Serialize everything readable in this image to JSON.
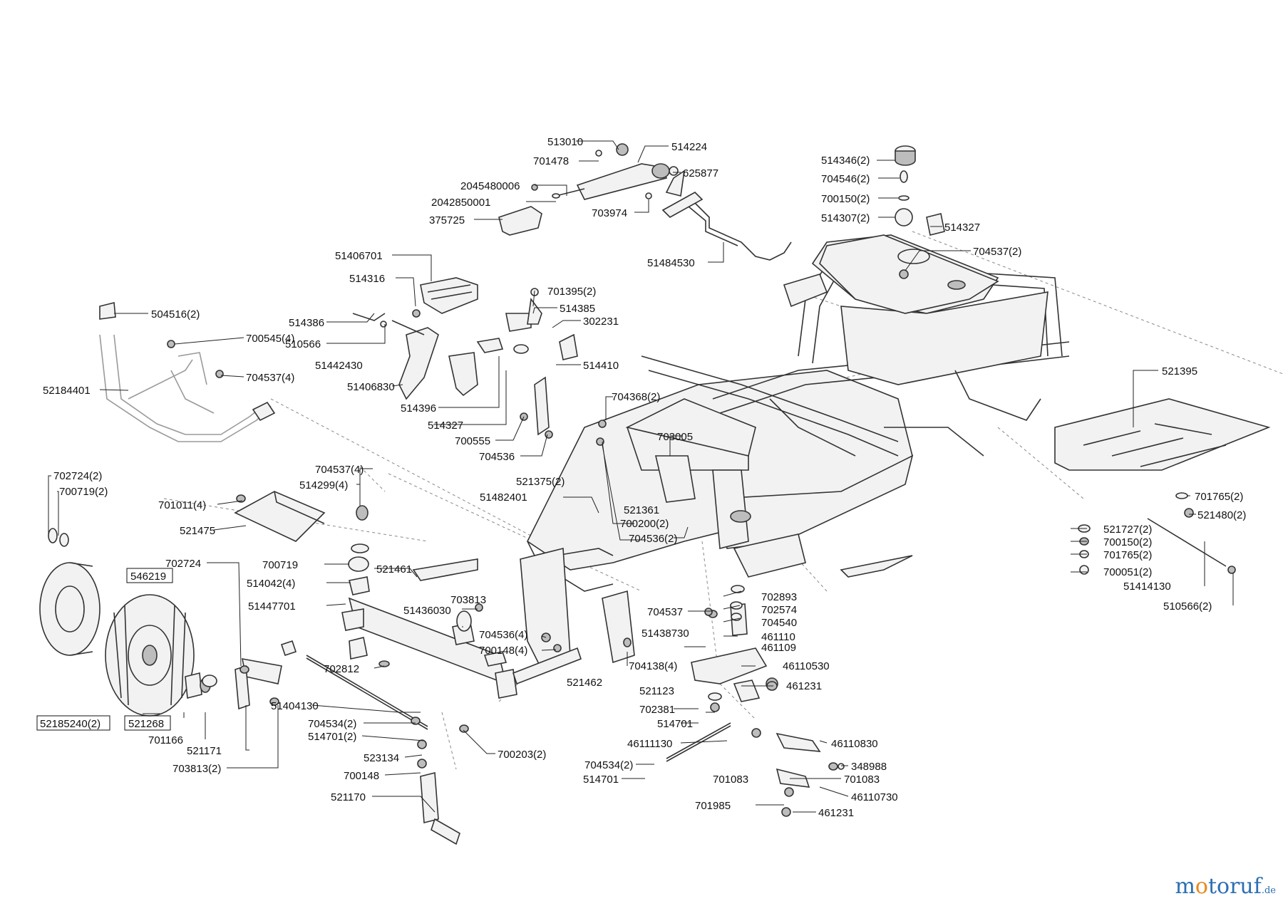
{
  "diagram": {
    "callouts": [
      {
        "id": "c1",
        "text": "513010"
      },
      {
        "id": "c2",
        "text": "514224"
      },
      {
        "id": "c3",
        "text": "701478"
      },
      {
        "id": "c4",
        "text": "625877"
      },
      {
        "id": "c5",
        "text": "2045480006"
      },
      {
        "id": "c6",
        "text": "2042850001"
      },
      {
        "id": "c7",
        "text": "703974"
      },
      {
        "id": "c8",
        "text": "375725"
      },
      {
        "id": "c9",
        "text": "514346(2)"
      },
      {
        "id": "c10",
        "text": "704546(2)"
      },
      {
        "id": "c11",
        "text": "700150(2)"
      },
      {
        "id": "c12",
        "text": "514307(2)"
      },
      {
        "id": "c13",
        "text": "514327"
      },
      {
        "id": "c14",
        "text": "704537(2)"
      },
      {
        "id": "c15",
        "text": "51484530"
      },
      {
        "id": "c16",
        "text": "51406701"
      },
      {
        "id": "c17",
        "text": "514316"
      },
      {
        "id": "c18",
        "text": "701395(2)"
      },
      {
        "id": "c19",
        "text": "514385"
      },
      {
        "id": "c20",
        "text": "514386"
      },
      {
        "id": "c21",
        "text": "302231"
      },
      {
        "id": "c22",
        "text": "504516(2)"
      },
      {
        "id": "c23",
        "text": "510566"
      },
      {
        "id": "c24",
        "text": "700545(4)"
      },
      {
        "id": "c25",
        "text": "51442430"
      },
      {
        "id": "c26",
        "text": "514410"
      },
      {
        "id": "c27",
        "text": "704537(4)"
      },
      {
        "id": "c28",
        "text": "51406830"
      },
      {
        "id": "c29",
        "text": "52184401"
      },
      {
        "id": "c30",
        "text": "514396"
      },
      {
        "id": "c31",
        "text": "704368(2)"
      },
      {
        "id": "c32",
        "text": "521395"
      },
      {
        "id": "c33",
        "text": "514327"
      },
      {
        "id": "c34",
        "text": "700555"
      },
      {
        "id": "c35",
        "text": "703005"
      },
      {
        "id": "c36",
        "text": "704536"
      },
      {
        "id": "c37",
        "text": "704537(4)"
      },
      {
        "id": "c38",
        "text": "521375(2)"
      },
      {
        "id": "c39",
        "text": "702724(2)"
      },
      {
        "id": "c40",
        "text": "514299(4)"
      },
      {
        "id": "c41",
        "text": "700719(2)"
      },
      {
        "id": "c42",
        "text": "51482401"
      },
      {
        "id": "c43",
        "text": "701765(2)"
      },
      {
        "id": "c44",
        "text": "701011(4)"
      },
      {
        "id": "c45",
        "text": "521361"
      },
      {
        "id": "c46",
        "text": "521480(2)"
      },
      {
        "id": "c47",
        "text": "700200(2)"
      },
      {
        "id": "c48",
        "text": "521475"
      },
      {
        "id": "c49",
        "text": "704536(2)"
      },
      {
        "id": "c50",
        "text": "521727(2)"
      },
      {
        "id": "c51",
        "text": "700150(2)"
      },
      {
        "id": "c52",
        "text": "701765(2)"
      },
      {
        "id": "c53",
        "text": "702724"
      },
      {
        "id": "c54",
        "text": "700719"
      },
      {
        "id": "c55",
        "text": "700051(2)"
      },
      {
        "id": "c56",
        "text": "521461"
      },
      {
        "id": "c57",
        "text": "51414130"
      },
      {
        "id": "c58",
        "text": "546219"
      },
      {
        "id": "c59",
        "text": "514042(4)"
      },
      {
        "id": "c60",
        "text": "702893"
      },
      {
        "id": "c61",
        "text": "510566(2)"
      },
      {
        "id": "c62",
        "text": "703813"
      },
      {
        "id": "c63",
        "text": "702574"
      },
      {
        "id": "c64",
        "text": "51447701"
      },
      {
        "id": "c65",
        "text": "51436030"
      },
      {
        "id": "c66",
        "text": "704537"
      },
      {
        "id": "c67",
        "text": "704540"
      },
      {
        "id": "c68",
        "text": "461110"
      },
      {
        "id": "c69",
        "text": "704536(4)"
      },
      {
        "id": "c70",
        "text": "51438730"
      },
      {
        "id": "c71",
        "text": "461109"
      },
      {
        "id": "c72",
        "text": "700148(4)"
      },
      {
        "id": "c73",
        "text": "704138(4)"
      },
      {
        "id": "c74",
        "text": "46110530"
      },
      {
        "id": "c75",
        "text": "702812"
      },
      {
        "id": "c76",
        "text": "521462"
      },
      {
        "id": "c77",
        "text": "461231"
      },
      {
        "id": "c78",
        "text": "521123"
      },
      {
        "id": "c79",
        "text": "702381"
      },
      {
        "id": "c80",
        "text": "51404130"
      },
      {
        "id": "c81",
        "text": "52185240(2)"
      },
      {
        "id": "c82",
        "text": "521268"
      },
      {
        "id": "c83",
        "text": "704534(2)"
      },
      {
        "id": "c84",
        "text": "514701"
      },
      {
        "id": "c85",
        "text": "514701(2)"
      },
      {
        "id": "c86",
        "text": "701166"
      },
      {
        "id": "c87",
        "text": "46111130"
      },
      {
        "id": "c88",
        "text": "46110830"
      },
      {
        "id": "c89",
        "text": "521171"
      },
      {
        "id": "c90",
        "text": "700203(2)"
      },
      {
        "id": "c91",
        "text": "523134"
      },
      {
        "id": "c92",
        "text": "704534(2)"
      },
      {
        "id": "c93",
        "text": "348988"
      },
      {
        "id": "c94",
        "text": "700148"
      },
      {
        "id": "c95",
        "text": "703813(2)"
      },
      {
        "id": "c96",
        "text": "514701"
      },
      {
        "id": "c97",
        "text": "701083"
      },
      {
        "id": "c98",
        "text": "701083"
      },
      {
        "id": "c99",
        "text": "521170"
      },
      {
        "id": "c100",
        "text": "46110730"
      },
      {
        "id": "c101",
        "text": "701985"
      },
      {
        "id": "c102",
        "text": "461231"
      }
    ]
  },
  "watermark": {
    "part1": "m",
    "part2": "o",
    "part3": "toruf",
    "tld": ".de"
  }
}
